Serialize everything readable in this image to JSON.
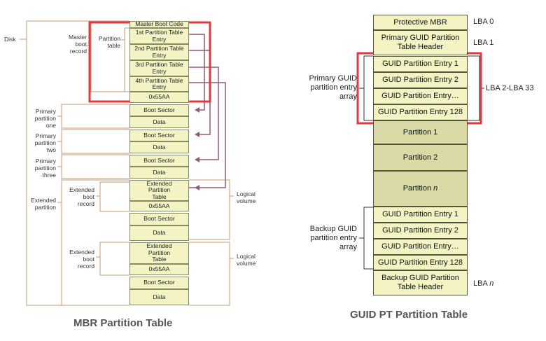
{
  "mbr": {
    "disk_label": "Disk",
    "mbr_label": "Master\nboot\nrecord",
    "partition_table_label": "Partition\ntable",
    "cells": {
      "master_boot_code": "Master Boot Code",
      "entry1": "1st Partition Table\nEntry",
      "entry2": "2nd Partition Table\nEntry",
      "entry3": "3rd Partition Table\nEntry",
      "entry4": "4th Partition Table\nEntry",
      "sig1": "0x55AA",
      "boot1": "Boot Sector",
      "data1": "Data",
      "boot2": "Boot Sector",
      "data2": "Data",
      "boot3": "Boot Sector",
      "data3": "Data",
      "ext1": "Extended\nPartition\nTable",
      "sig2": "0x55AA",
      "boot4": "Boot Sector",
      "data4": "Data",
      "ext2": "Extended\nPartition\nTable",
      "sig3": "0x55AA",
      "boot5": "Boot Sector",
      "data5": "Data"
    },
    "labels": {
      "primary_one": "Primary\npartition\none",
      "primary_two": "Primary\npartition\ntwo",
      "primary_three": "Primary\npartition\nthree",
      "extended_partition": "Extended\npartition",
      "ext_boot_record_1": "Extended\nboot\nrecord",
      "ext_boot_record_2": "Extended\nboot\nrecord",
      "logical_volume_1": "Logical\nvolume",
      "logical_volume_2": "Logical\nvolume"
    },
    "caption": "MBR Partition Table",
    "highlight_color": "#e0393e",
    "arrow_color": "#8e5a7a"
  },
  "gpt": {
    "cells": {
      "protective_mbr": "Protective MBR",
      "primary_header": "Primary GUID Partition\nTable Header",
      "p_entry1": "GUID Partition Entry 1",
      "p_entry2": "GUID Partition Entry 2",
      "p_entry_more": "GUID Partition Entry…",
      "p_entry128": "GUID Partition Entry 128",
      "partition1": "Partition 1",
      "partition2": "Partition 2",
      "partition_n_prefix": "Partition ",
      "partition_n_suffix": "n",
      "b_entry1": "GUID Partition Entry 1",
      "b_entry2": "GUID Partition Entry 2",
      "b_entry_more": "GUID Partition Entry…",
      "b_entry128": "GUID Partition Entry 128",
      "backup_header": "Backup GUID Partition\nTable Header"
    },
    "labels": {
      "lba0": "LBA 0",
      "lba1": "LBA 1",
      "lba2_33": "LBA 2-LBA 33",
      "lban_prefix": "LBA ",
      "lban_suffix": "n",
      "primary_array": "Primary GUID\npartition entry\narray",
      "backup_array": "Backup GUID\npartition entry\narray"
    },
    "caption": "GUID PT Partition Table",
    "highlight_color": "#e0393e"
  }
}
